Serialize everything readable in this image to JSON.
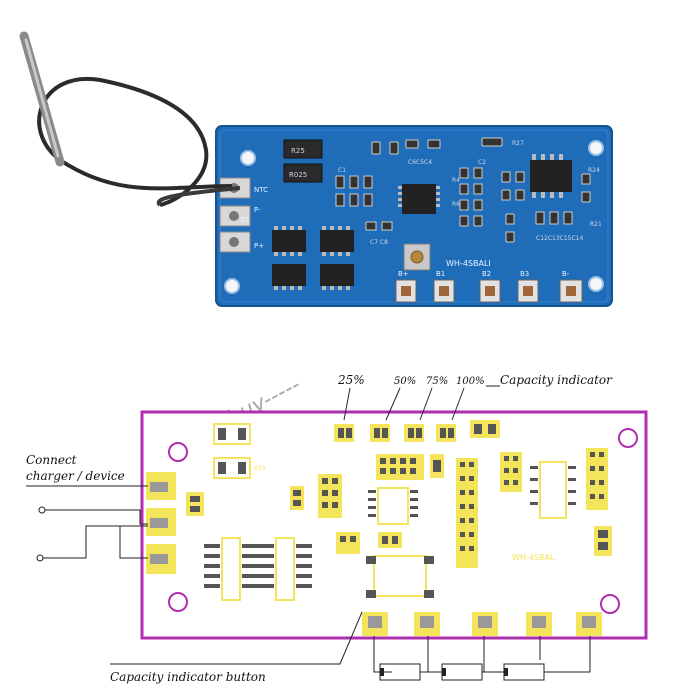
{
  "pcb_photo": {
    "model": "WH-4SBALI",
    "silk": {
      "ntc_1": "NTC",
      "ntc_2": "NT",
      "pminus": "P-",
      "pplus": "P+",
      "b_plus": "B+",
      "b1": "B1",
      "b2": "B2",
      "b3": "B3",
      "b_minus": "B-",
      "r25_a": "R25",
      "r25_b": "R025",
      "r27": "R27",
      "r24": "R24",
      "r21": "R21",
      "c1": "C1",
      "c2": "C2",
      "c7c8": "C7 C8",
      "c12": "C12C13C15C14",
      "r4": "R4",
      "r6": "R6",
      "caps_top": "C6C5C4"
    }
  },
  "watermark": "-----kiss_buy-----",
  "diagram": {
    "levels": [
      "25%",
      "50%",
      "75%",
      "100%"
    ],
    "capacity_indicator": "Capacity indicator",
    "connect_line1": "Connect",
    "connect_line2": "charger / device",
    "button_label": "Capacity indicator button",
    "model": "WH-4SBAL"
  },
  "colors": {
    "pcb_blue": "#1f6db8",
    "layout_outline": "#b02fb0",
    "silk_yellow": "#f4e45a"
  }
}
